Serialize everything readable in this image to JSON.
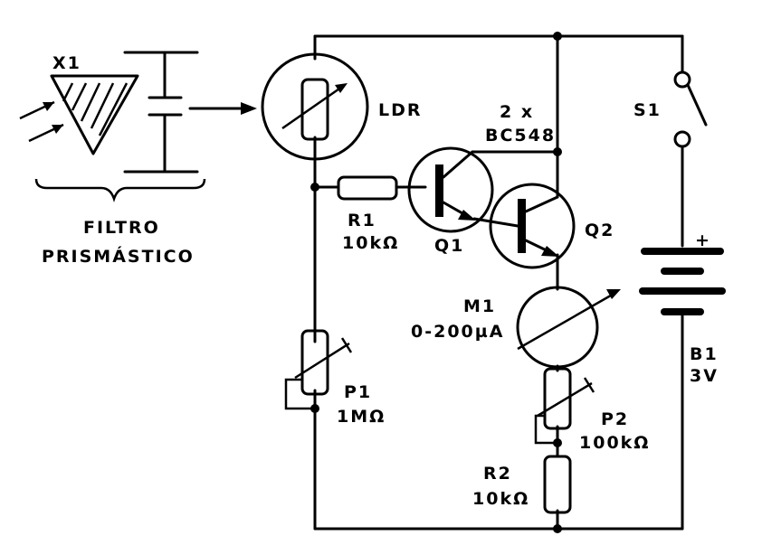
{
  "components": {
    "x1": {
      "ref": "X1"
    },
    "filter_caption": {
      "line1": "FILTRO",
      "line2": "PRISMÁSTICO"
    },
    "ldr": {
      "ref": "LDR"
    },
    "transistors": {
      "qty_line": "2 x",
      "part": "BC548"
    },
    "r1": {
      "ref": "R1",
      "value": "10kΩ"
    },
    "q1": {
      "ref": "Q1"
    },
    "q2": {
      "ref": "Q2"
    },
    "s1": {
      "ref": "S1"
    },
    "m1": {
      "ref": "M1",
      "value": "0-200µA"
    },
    "b1": {
      "ref": "B1",
      "value": "3V",
      "polarity": "+"
    },
    "p1": {
      "ref": "P1",
      "value": "1MΩ"
    },
    "p2": {
      "ref": "P2",
      "value": "100kΩ"
    },
    "r2": {
      "ref": "R2",
      "value": "10kΩ"
    }
  }
}
